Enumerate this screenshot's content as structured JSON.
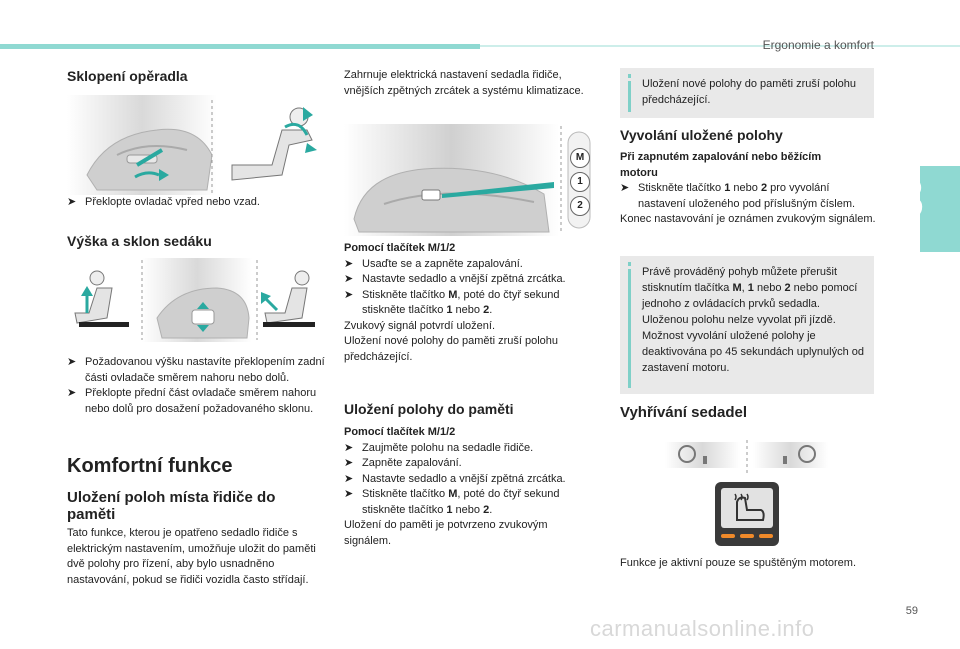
{
  "header": {
    "section": "Ergonomie a komfort",
    "chapter": "3",
    "page": "59"
  },
  "col1": {
    "h_tilt": "Sklopení opěradla",
    "tilt_bullet": "Překlopte ovladač vpřed nebo vzad.",
    "h_height": "Výška a sklon sedáku",
    "height_b1": "Požadovanou výšku nastavíte překlopením zadní části ovladače směrem nahoru nebo dolů.",
    "height_b2": "Překlopte přední část ovladače směrem nahoru nebo dolů pro dosažení požadovaného sklonu.",
    "h_comfort": "Komfortní funkce",
    "h_save": "Uložení poloh místa řidiče do paměti",
    "save_para": "Tato funkce, kterou je opatřeno sedadlo řidiče s elektrickým nastavením, umožňuje uložit do paměti dvě polohy pro řízení, aby bylo usnadněno nastavování, pokud se řidiči vozidla často střídají."
  },
  "col2": {
    "intro": "Zahrnuje elektrická nastavení sedadla řidiče, vnějších zpětných zrcátek a systému klimatizace.",
    "btn_labels": [
      "M",
      "1",
      "2"
    ],
    "sub1": "Pomocí tlačítek M/1/2",
    "s1_b1": "Usaďte se a zapněte zapalování.",
    "s1_b2": "Nastavte sedadlo a vnější zpětná zrcátka.",
    "s1_b3a": "Stiskněte tlačítko ",
    "s1_b3M": "M",
    "s1_b3b": ", poté do čtyř sekund stiskněte tlačítko ",
    "s1_b3_1": "1",
    "s1_b3c": " nebo ",
    "s1_b3_2": "2",
    "s1_b3d": ".",
    "s1_p1": "Zvukový signál potvrdí uložení.",
    "s1_p2": "Uložení nové polohy do paměti zruší polohu předcházející.",
    "h_store": "Uložení polohy do paměti",
    "sub2": "Pomocí tlačítek M/1/2",
    "s2_b1": "Zaujměte polohu na sedadle řidiče.",
    "s2_b2": "Zapněte zapalování.",
    "s2_b3": "Nastavte sedadlo a vnější zpětná zrcátka.",
    "s2_b4a": "Stiskněte tlačítko ",
    "s2_b4M": "M",
    "s2_b4b": ", poté do čtyř sekund stiskněte tlačítko ",
    "s2_b4_1": "1",
    "s2_b4c": " nebo ",
    "s2_b4_2": "2",
    "s2_b4d": ".",
    "s2_p": "Uložení do paměti je potvrzeno zvukovým signálem."
  },
  "col3": {
    "note1": "Uložení nové polohy do paměti zruší polohu předcházející.",
    "h_recall": "Vyvolání uložené polohy",
    "recall_sub": "Při zapnutém zapalování nebo běžícím motoru",
    "recall_b1a": "Stiskněte tlačítko ",
    "recall_b1_1": "1",
    "recall_b1b": " nebo ",
    "recall_b1_2": "2",
    "recall_b1c": " pro vyvolání nastavení uloženého pod příslušným číslem.",
    "recall_p": "Konec nastavování je oznámen zvukovým signálem.",
    "note2_a": "Právě prováděný pohyb můžete přerušit stisknutím tlačítka ",
    "note2_M": "M",
    "note2_b": ", ",
    "note2_1": "1",
    "note2_c": " nebo ",
    "note2_2": "2",
    "note2_d": " nebo pomocí jednoho z ovládacích prvků sedadla.",
    "note2_p2": "Uloženou polohu nelze vyvolat při jízdě.",
    "note2_p3": "Možnost vyvolání uložené polohy je deaktivována po 45 sekundách uplynulých od zastavení motoru.",
    "h_heat": "Vyhřívání sedadel",
    "heat_p": "Funkce je aktivní pouze se spuštěným motorem."
  },
  "bullet_glyph": "",
  "watermark": "carmanualsonline.info",
  "colors": {
    "accent": "#8fd9d2",
    "note_bg": "#e9e9e9",
    "arrow": "#2aa9a0"
  }
}
